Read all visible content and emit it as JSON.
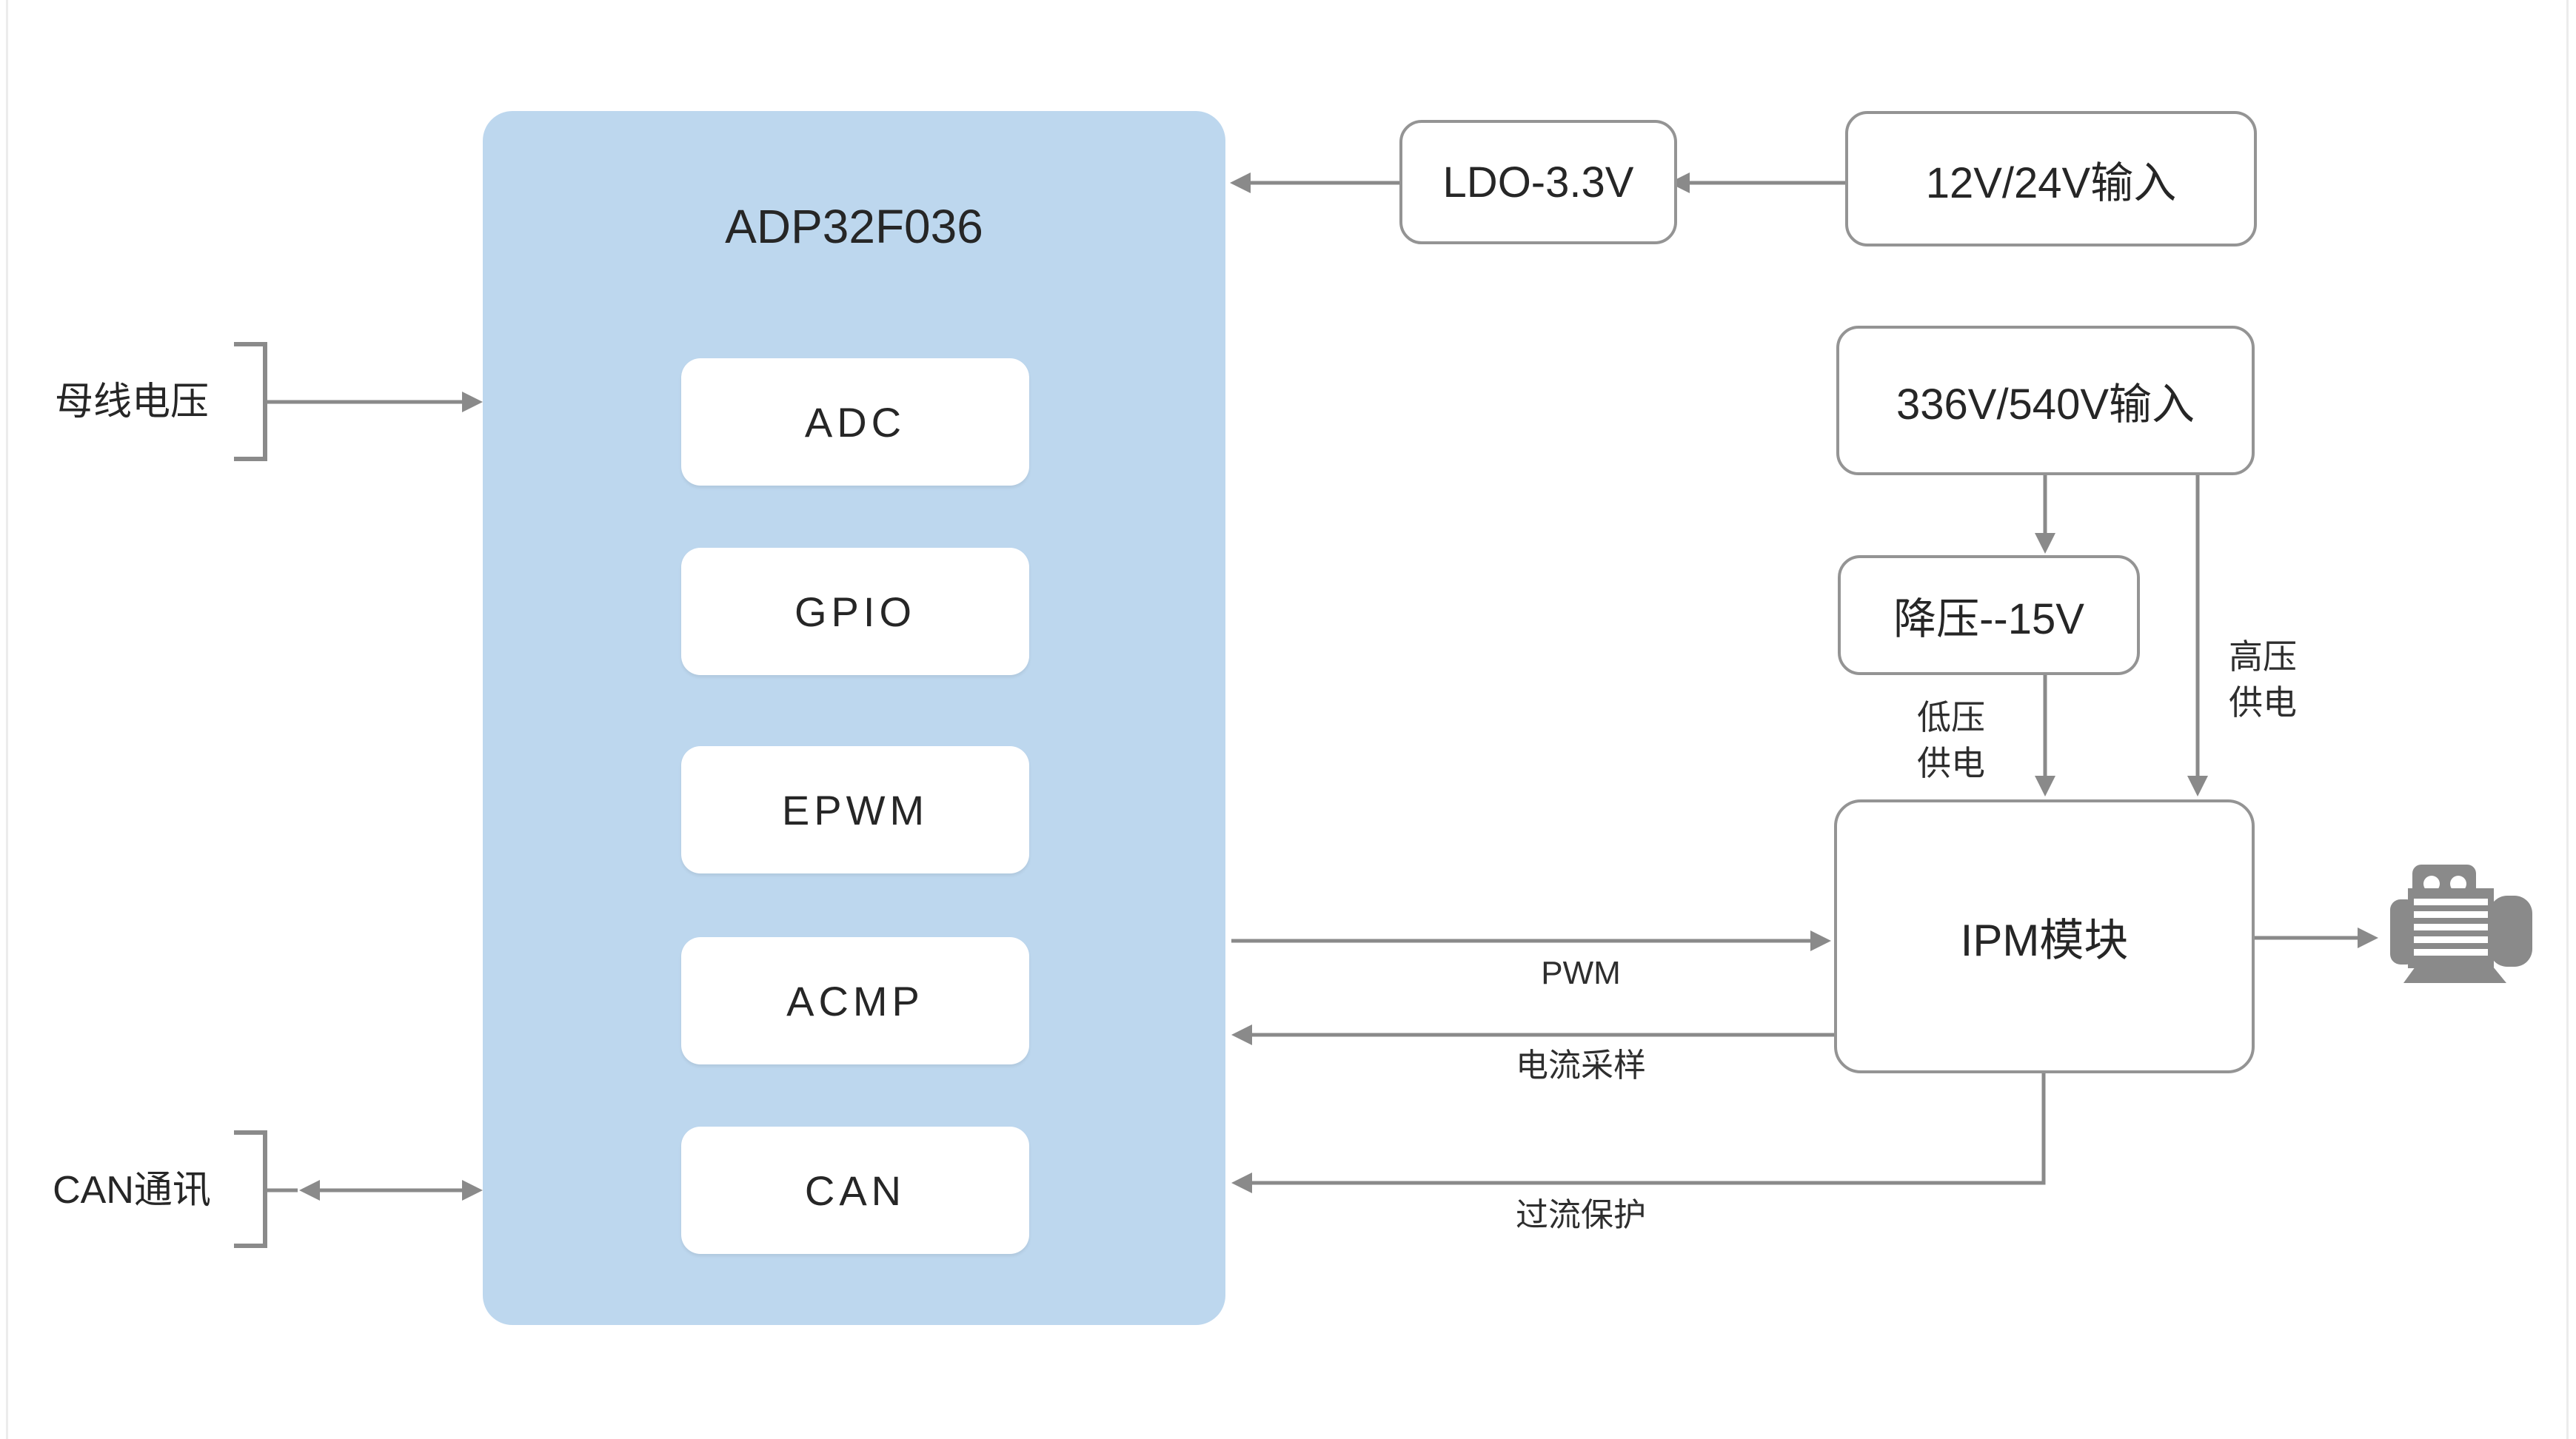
{
  "colors": {
    "panel_blue": "#BDD7EE",
    "connector_gray": "#8A8A8A",
    "box_border_gray": "#949494",
    "text_dark": "#262626",
    "label_gray": "#2E2E2E",
    "motor_gray": "#8A8A8A",
    "page_edge": "#ECECEC"
  },
  "mcu": {
    "title": "ADP32F036",
    "peripherals": [
      "ADC",
      "GPIO",
      "EPWM",
      "ACMP",
      "CAN"
    ]
  },
  "power": {
    "ldo_label": "LDO-3.3V",
    "input_12v_24v": "12V/24V输入",
    "input_336v_540v": "336V/540V输入",
    "buck_label": "降压--15V"
  },
  "ipm": {
    "label": "IPM模块"
  },
  "io": {
    "bus_voltage_label": "母线电压",
    "can_label": "CAN通讯"
  },
  "flows": {
    "pwm_label": "PWM",
    "current_sampling_label": "电流采样",
    "overcurrent_label": "过流保护",
    "low_voltage_supply": [
      "低压",
      "供电"
    ],
    "high_voltage_supply": [
      "高压",
      "供电"
    ]
  },
  "icons": {
    "motor": "motor-icon"
  }
}
